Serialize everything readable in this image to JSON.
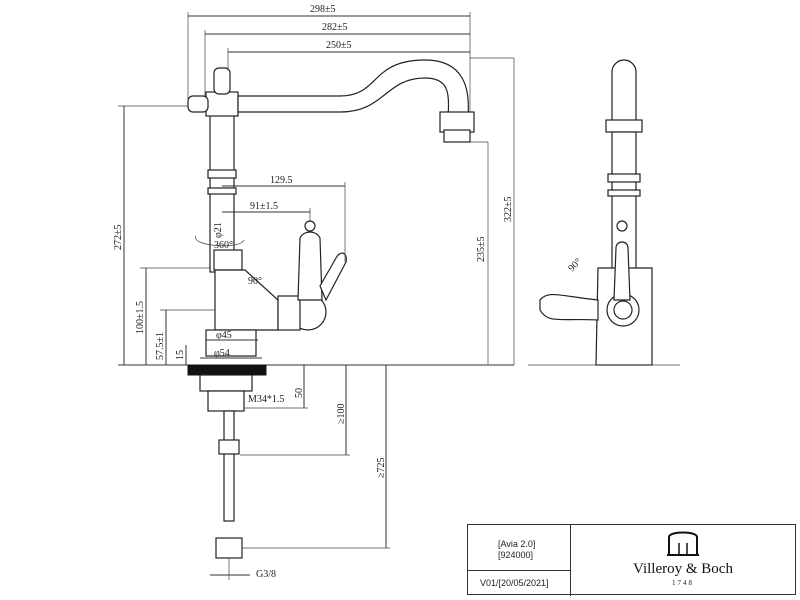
{
  "dimensions": {
    "overall_width": "298±5",
    "width_282": "282±5",
    "width_250": "250±5",
    "reach_129": "129.5",
    "reach_91": "91±1.5",
    "diameter_21": "φ21",
    "rotation": "360°",
    "angle_lever": "90°",
    "angle_side": "90°",
    "height_272": "272±5",
    "height_100": "100±1.5",
    "height_57": "57.5±1",
    "height_15": "15",
    "diameter_45": "φ45",
    "diameter_54": "φ54",
    "thread": "M34*1.5",
    "length_50": "50",
    "length_100": "≥100",
    "length_725": "≥725",
    "height_235": "235±5",
    "height_322": "322±5",
    "hose_thread": "G3/8"
  },
  "title_block": {
    "product_name": "[Avia 2.0]",
    "product_number": "[924000]",
    "version": "V01/[20/05/2021]",
    "brand": "Villeroy & Boch",
    "brand_year": "1748"
  }
}
